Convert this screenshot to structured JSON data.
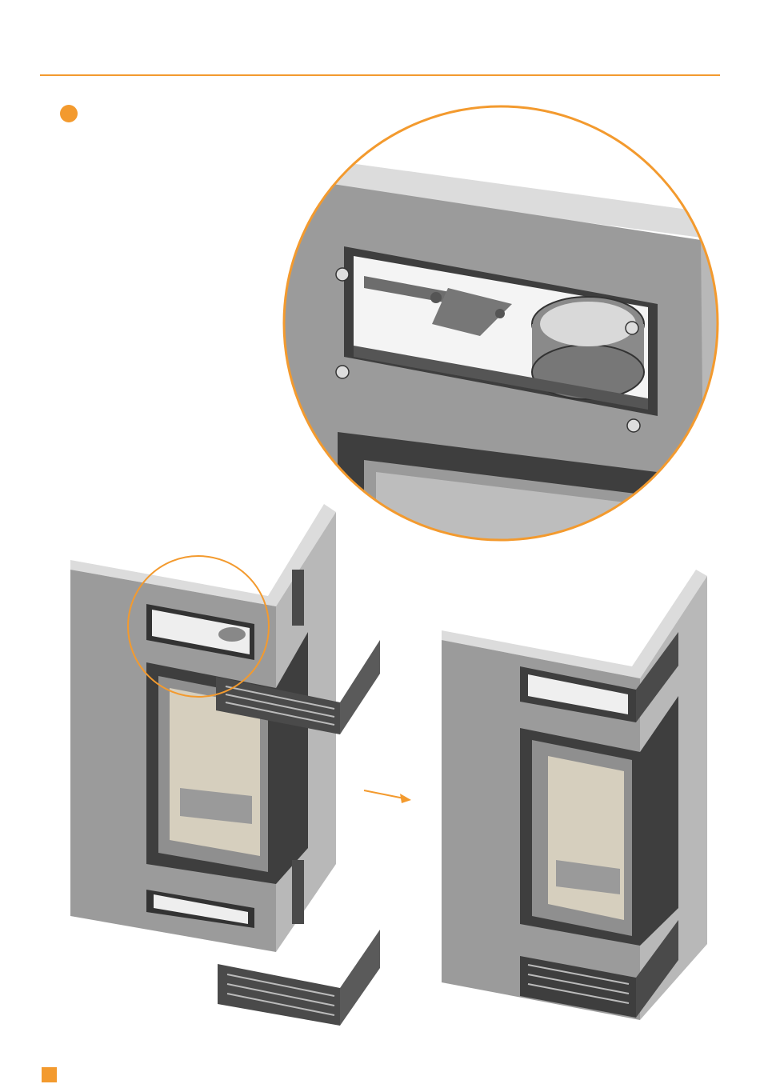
{
  "colors": {
    "accent": "#F39A2E",
    "wall_face": "#9b9b9b",
    "wall_side": "#b8b8b8",
    "wall_top": "#dcdcdc",
    "frame": "#4a4a4a",
    "glass": "#d8d2c2"
  },
  "header": {
    "rule": "orange-horizontal-rule",
    "step_marker": "orange-step-dot"
  },
  "figure": {
    "detail_view": "zoom-circle-duct-opening",
    "before_view": "corner-fireplace-with-grilles-detached",
    "after_view": "corner-fireplace-with-grilles-installed",
    "arrow": "right-arrow-icon"
  },
  "footer": {
    "page_marker": "orange-square-marker"
  }
}
